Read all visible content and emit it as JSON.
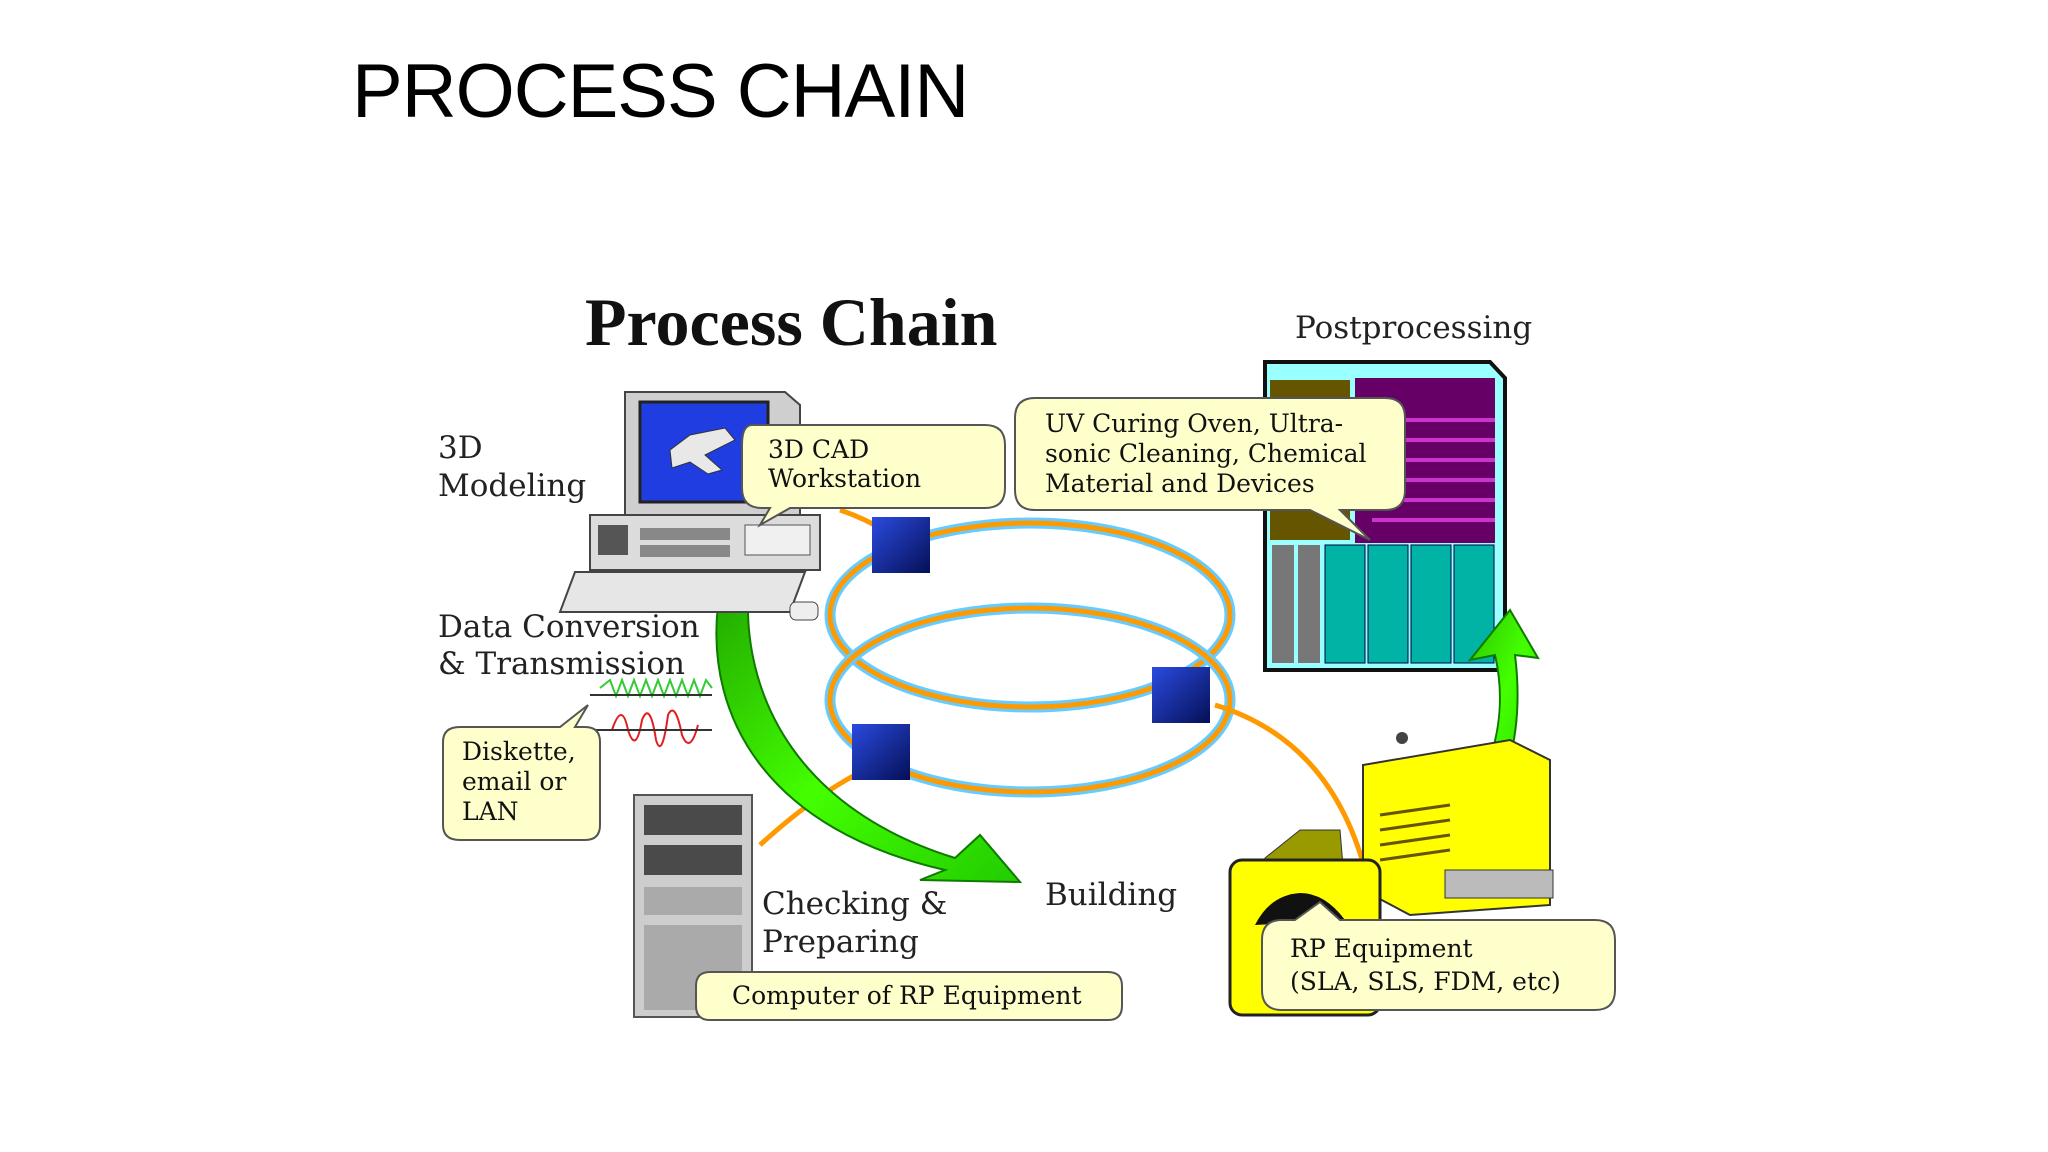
{
  "slide": {
    "title": "PROCESS CHAIN"
  },
  "diagram": {
    "title": "Process Chain",
    "stages": {
      "modeling": [
        "3D",
        "Modeling"
      ],
      "conversion": [
        "Data Conversion",
        "& Transmission"
      ],
      "checking": [
        "Checking &",
        "Preparing"
      ],
      "building": "Building",
      "postprocessing": "Postprocessing"
    },
    "callouts": {
      "cad": [
        "3D CAD",
        "Workstation"
      ],
      "uv": [
        "UV Curing Oven, Ultra-",
        "sonic Cleaning, Chemical",
        "Material and Devices"
      ],
      "diskette": [
        "Diskette,",
        "email or",
        "LAN"
      ],
      "computer": "Computer of RP Equipment",
      "rp": [
        "RP Equipment",
        "(SLA, SLS, FDM, etc)"
      ]
    },
    "colors": {
      "arrow": "#33ee00",
      "ring_orange": "#ff9900",
      "ring_cyan": "#66ccff",
      "node": "#0a1f8f",
      "bubble": "#ffffcc",
      "machine": "#ffff00",
      "cabinet_teal": "#00b3a4",
      "cabinet_purple": "#660066"
    }
  }
}
